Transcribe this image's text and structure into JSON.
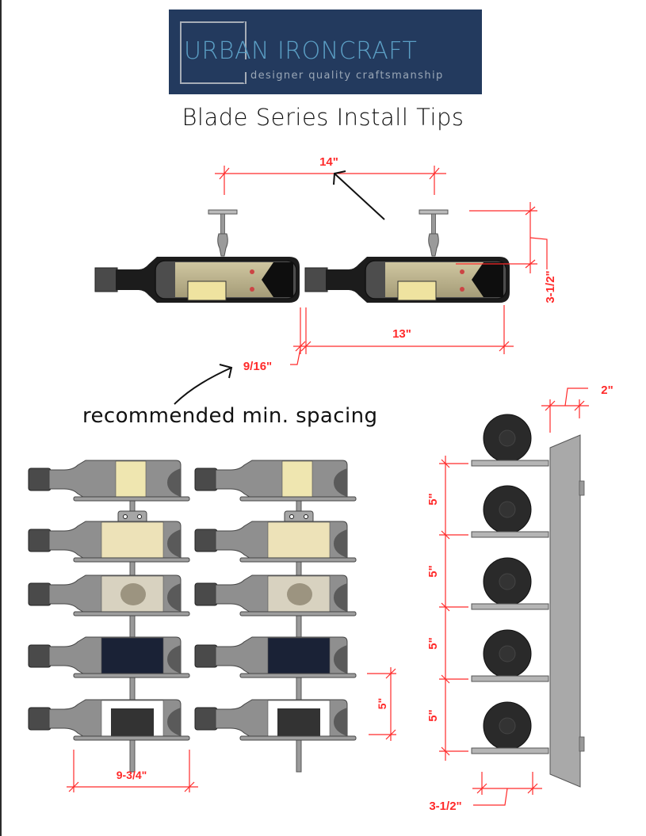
{
  "brand": {
    "name": "URBAN IRONCRAFT",
    "tagline": "designer quality craftsmanship",
    "background_color": "#233a5e",
    "text_color": "#5b9ec4"
  },
  "page_title": "Blade Series Install Tips",
  "top_view": {
    "dimensions": {
      "post_spacing": "14\"",
      "bottle_length": "13\"",
      "bottle_gap": "9/16\"",
      "bracket_height": "3-1/2\""
    },
    "note": "recommended min. spacing",
    "bottle_count": 2
  },
  "front_view": {
    "columns": 2,
    "rows": 5,
    "dimensions": {
      "shelf_width": "9-3/4\"",
      "row_spacing": "5\""
    }
  },
  "side_view": {
    "bottle_count": 5,
    "dimensions": {
      "row_spacings": [
        "5\"",
        "5\"",
        "5\"",
        "5\""
      ],
      "blade_offset": "2\"",
      "blade_depth": "3-1/2\""
    }
  },
  "colors": {
    "dimension": "#ff2a2a",
    "bottle_gray": "#8f8f8f",
    "bottle_dark": "#2e2e2e",
    "blade_gray": "#a9a9a9"
  }
}
